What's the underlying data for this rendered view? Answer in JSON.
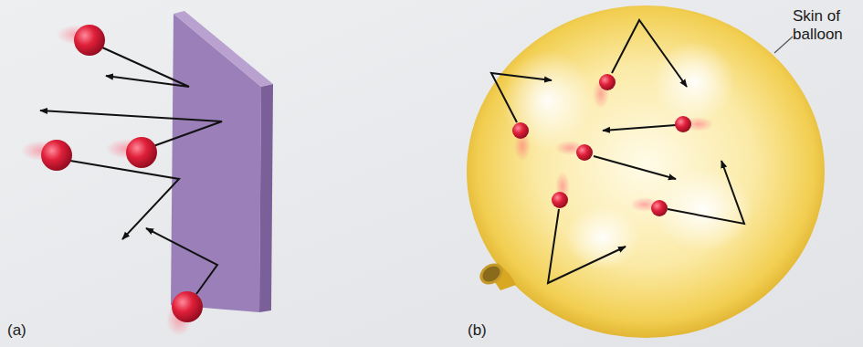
{
  "diagram": {
    "labels": [
      "Skin of balloon",
      "(a)",
      "(b)"
    ]
  }
}
